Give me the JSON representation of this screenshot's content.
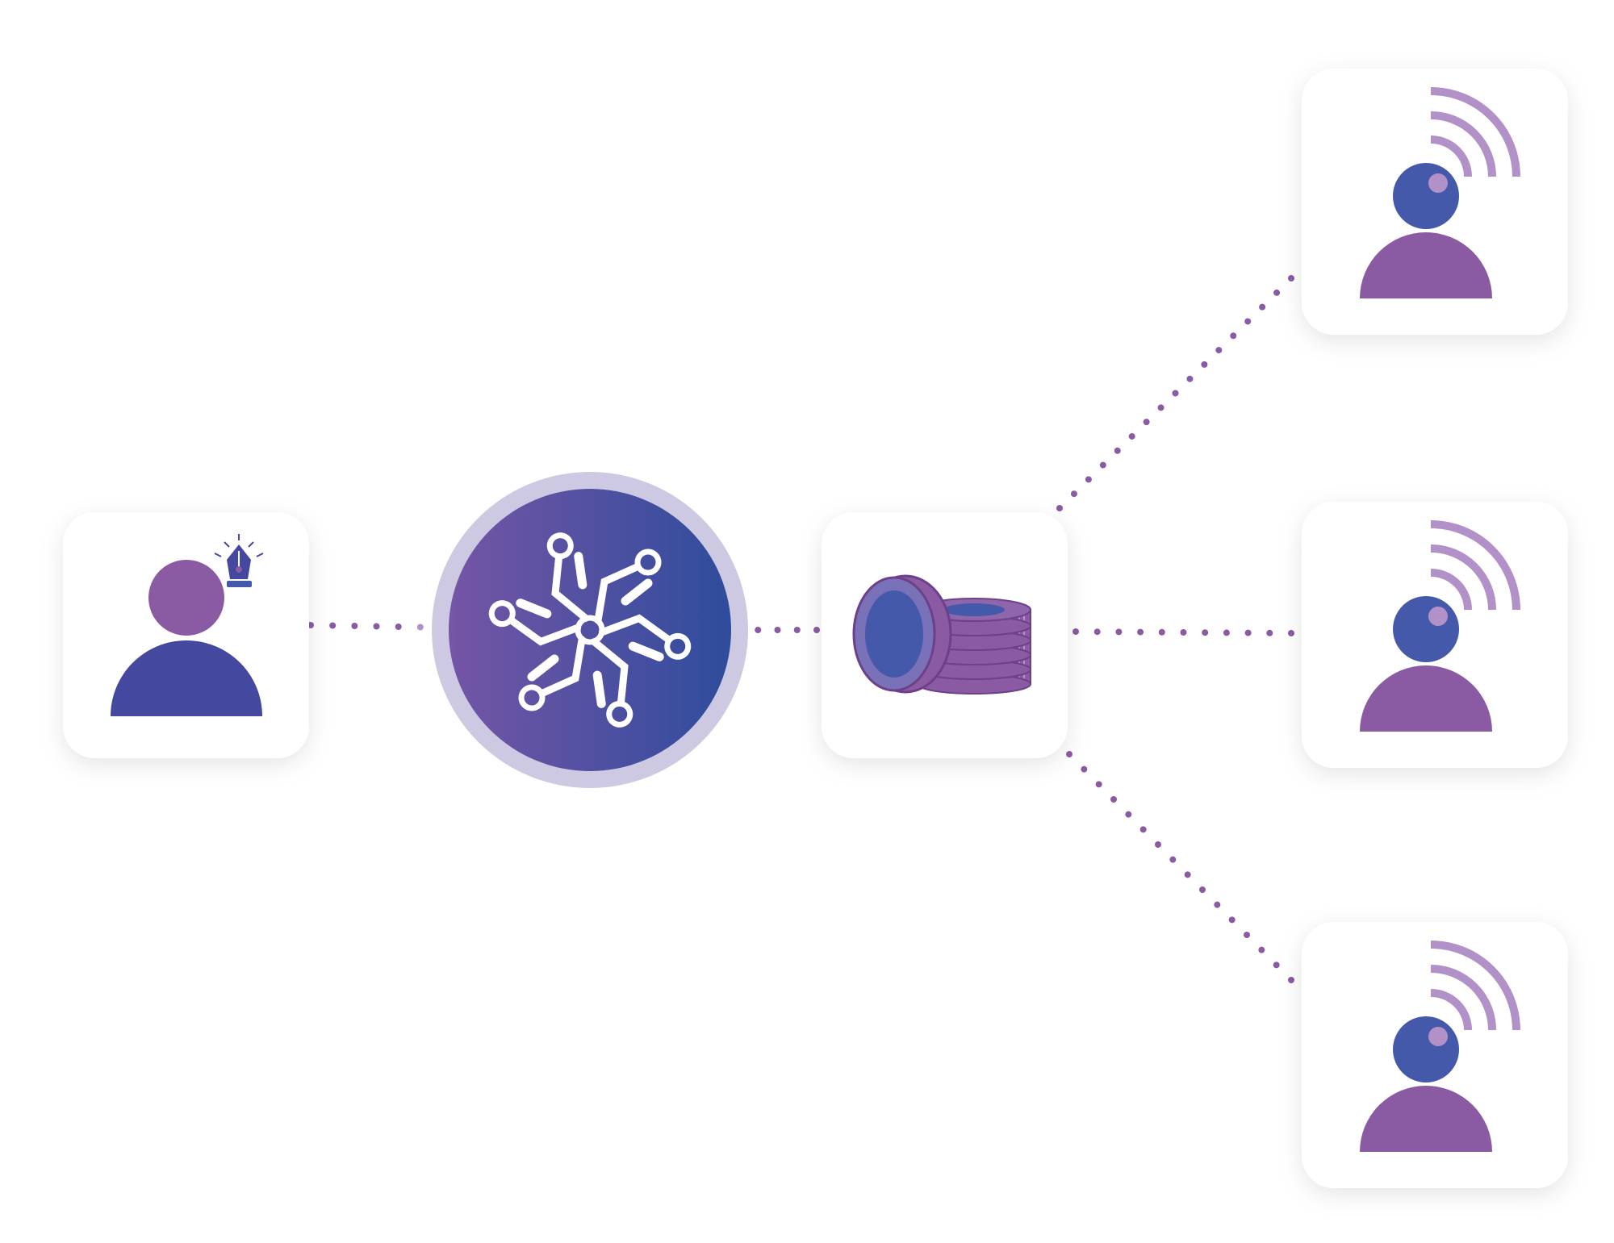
{
  "diagram": {
    "nodes": [
      {
        "id": "creator",
        "kind": "user-with-pen",
        "icon": "person-with-pen-nib-icon"
      },
      {
        "id": "platform",
        "kind": "hub",
        "icon": "circuit-swirl-logo-icon"
      },
      {
        "id": "payment",
        "kind": "coins",
        "icon": "coin-stack-icon"
      },
      {
        "id": "subscriber-1",
        "kind": "user-broadcast",
        "icon": "person-with-signal-icon"
      },
      {
        "id": "subscriber-2",
        "kind": "user-broadcast",
        "icon": "person-with-signal-icon"
      },
      {
        "id": "subscriber-3",
        "kind": "user-broadcast",
        "icon": "person-with-signal-icon"
      }
    ],
    "edges": [
      {
        "from": "creator",
        "to": "platform",
        "style": "dotted"
      },
      {
        "from": "platform",
        "to": "payment",
        "style": "dotted"
      },
      {
        "from": "payment",
        "to": "subscriber-1",
        "style": "dotted"
      },
      {
        "from": "payment",
        "to": "subscriber-2",
        "style": "dotted"
      },
      {
        "from": "payment",
        "to": "subscriber-3",
        "style": "dotted"
      }
    ]
  },
  "colors": {
    "purple": "#8a5aa3",
    "indigo": "#44489e",
    "blue": "#4559aa",
    "light_purple": "#b191c8",
    "dot": "#8a5aa3",
    "hub_ring": "#cdc9e2",
    "hub_gradient_start": "#7555a6",
    "hub_gradient_end": "#2f4c9c",
    "card": "#ffffff"
  }
}
